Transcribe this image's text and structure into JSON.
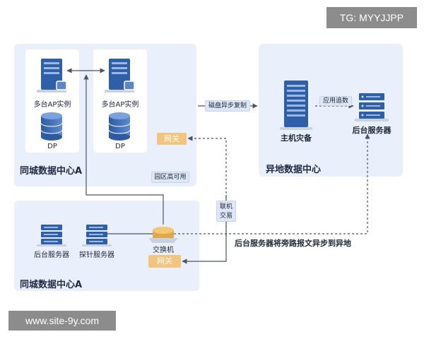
{
  "watermarks": {
    "top": "TG: MYYJJPP",
    "bottom": "www.site-9y.com"
  },
  "zones": {
    "same_city_top": "同城数据中心A",
    "same_city_bottom": "同城数据中心A",
    "remote": "异地数据中心"
  },
  "nodes": {
    "ap_instance_1": "多台AP实例",
    "ap_instance_2": "多台AP实例",
    "dp_1": "DP",
    "dp_2": "DP",
    "mainframe_backup": "主机灾备",
    "backend_server_remote": "后台服务器",
    "backend_server_local": "后台服务器",
    "probe_server": "探针服务器",
    "switch": "交换机"
  },
  "labels": {
    "disk_async_replication": "磁盘异步复制",
    "app_tracking": "应用追数",
    "campus_high_availability": "园区高可用",
    "online_transaction_line1": "联机",
    "online_transaction_line2": "交易",
    "gateway_top": "网关",
    "gateway_bottom": "网关",
    "bypass_note": "后台服务器将旁路报文异步到异地"
  },
  "colors": {
    "zone_bg": "#e9f0fb",
    "server_blue": "#2f5fa8",
    "gateway_orange": "#f3c47d",
    "line_gray": "#5a6577"
  }
}
